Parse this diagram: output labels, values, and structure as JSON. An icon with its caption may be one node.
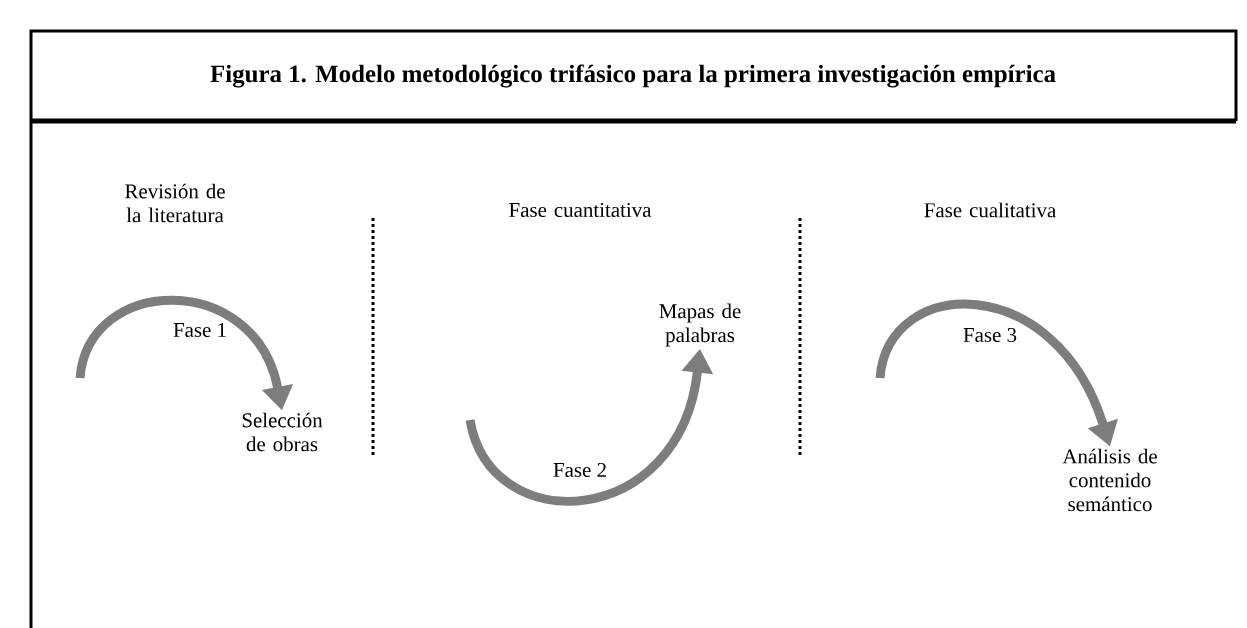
{
  "diagram": {
    "title": "Figura 1. Modelo metodológico trifásico para la primera investigación empírica",
    "nodes": [
      {
        "text": [
          "Selección de obras"
        ]
      },
      {
        "text": [
          "Mapas de palabras"
        ]
      },
      {
        "text": [
          "Análisis de contenido semántico"
        ]
      }
    ],
    "edges": [
      {
        "from": null,
        "to": 0,
        "arrow": "to",
        "label": "Fase 1"
      },
      {
        "from": null,
        "to": 1,
        "arrow": "to",
        "label": "Fase 2"
      },
      {
        "from": null,
        "to": 2,
        "arrow": "to",
        "label": "Fase 3"
      }
    ],
    "labels": [
      "Revisión de la literatura",
      "Fase cuantitativa",
      "Fase cualitativa"
    ]
  }
}
